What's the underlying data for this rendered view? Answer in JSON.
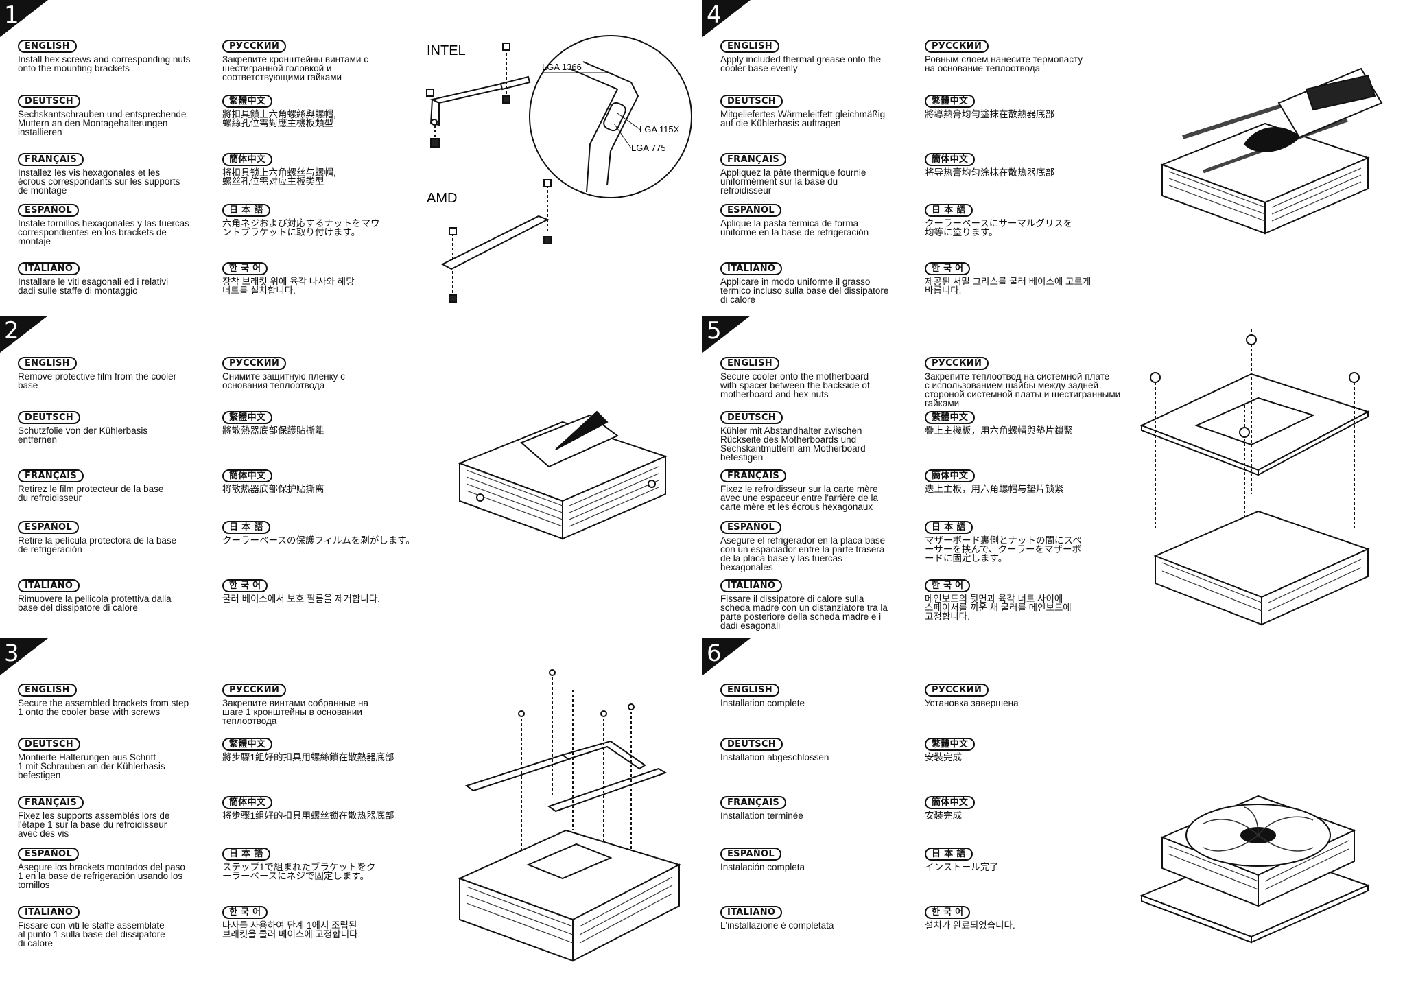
{
  "steps": [
    {
      "number": "1",
      "langs": [
        {
          "tag": "ENGLISH",
          "text": "Install hex screws and corresponding nuts\nonto the mounting brackets"
        },
        {
          "tag": "РУССКИЙ",
          "text": "Закрепите кронштейны винтами с\nшестигранной головкой и\nсоответствующими гайками"
        },
        {
          "tag": "DEUTSCH",
          "text": "Sechskantschrauben und entsprechende\nMuttern an den Montagehalterungen\ninstallieren"
        },
        {
          "tag": "繁體中文",
          "text": "將扣具鎖上六角螺絲與螺帽,\n螺絲孔位需對應主機板類型"
        },
        {
          "tag": "FRANÇAIS",
          "text": "Installez les vis hexagonales et les\nécrous correspondants sur les supports\nde montage"
        },
        {
          "tag": "簡体中文",
          "text": "将扣具锁上六角螺丝与螺帽,\n螺丝孔位需对应主板类型"
        },
        {
          "tag": "ESPAÑOL",
          "text": "Instale tornillos hexagonales y las tuercas\ncorrespondientes en los brackets de\nmontaje"
        },
        {
          "tag": "日 本 語",
          "text": "六角ネジおよび対応するナットをマウ\nントブラケットに取り付けます。"
        },
        {
          "tag": "ITALIANO",
          "text": "Installare le viti esagonali ed i relativi\ndadi sulle staffe di montaggio"
        },
        {
          "tag": "한 국 어",
          "text": "장착 브래킷 위에 육각 나사와 해당\n너트를 설치합니다."
        }
      ],
      "labels": {
        "intel": "INTEL",
        "amd": "AMD",
        "lga1366": "LGA 1366",
        "lga115x": "LGA 115X",
        "lga775": "LGA 775"
      }
    },
    {
      "number": "2",
      "langs": [
        {
          "tag": "ENGLISH",
          "text": "Remove protective film from the cooler\nbase"
        },
        {
          "tag": "РУССКИЙ",
          "text": "Снимите защитную пленку с\nоснования теплоотвода"
        },
        {
          "tag": "DEUTSCH",
          "text": "Schutzfolie von der Kühlerbasis\nentfernen"
        },
        {
          "tag": "繁體中文",
          "text": "將散熱器底部保護貼撕離"
        },
        {
          "tag": "FRANÇAIS",
          "text": "Retirez le film protecteur de la base\ndu refroidisseur"
        },
        {
          "tag": "簡体中文",
          "text": "将散热器底部保护贴撕离"
        },
        {
          "tag": "ESPAÑOL",
          "text": "Retire la película protectora de la base\nde refrigeración"
        },
        {
          "tag": "日 本 語",
          "text": "クーラーベースの保護フィルムを剥がします。"
        },
        {
          "tag": "ITALIANO",
          "text": "Rimuovere la pellicola protettiva dalla\nbase del dissipatore di calore"
        },
        {
          "tag": "한 국 어",
          "text": "쿨러 베이스에서 보호 필름을 제거합니다."
        }
      ]
    },
    {
      "number": "3",
      "langs": [
        {
          "tag": "ENGLISH",
          "text": "Secure the assembled brackets from step\n1 onto the cooler base with screws"
        },
        {
          "tag": "РУССКИЙ",
          "text": "Закрепите винтами собранные на\nшаге 1 кронштейны в основании\nтеплоотвода"
        },
        {
          "tag": "DEUTSCH",
          "text": "Montierte Halterungen aus Schritt\n1 mit Schrauben an der Kühlerbasis\nbefestigen"
        },
        {
          "tag": "繁體中文",
          "text": "將步驟1組好的扣具用螺絲鎖在散熱器底部"
        },
        {
          "tag": "FRANÇAIS",
          "text": "Fixez les supports assemblés lors de\nl'étape 1 sur la base du refroidisseur\navec des vis"
        },
        {
          "tag": "簡体中文",
          "text": "将步骤1组好的扣具用螺丝锁在散热器底部"
        },
        {
          "tag": "ESPAÑOL",
          "text": "Asegure los brackets montados del paso\n1 en la base de refrigeración usando los\ntornillos"
        },
        {
          "tag": "日 本 語",
          "text": "ステップ1で組まれたブラケットをク\nーラーベースにネジで固定します。"
        },
        {
          "tag": "ITALIANO",
          "text": "Fissare con viti le staffe assemblate\nal punto 1 sulla base del dissipatore\ndi calore"
        },
        {
          "tag": "한 국 어",
          "text": "나사를 사용하여 단계 1에서 조립된\n브래킷을 쿨러 베이스에 고정합니다."
        }
      ]
    },
    {
      "number": "4",
      "langs": [
        {
          "tag": "ENGLISH",
          "text": "Apply included thermal grease onto the\ncooler base evenly"
        },
        {
          "tag": "РУССКИЙ",
          "text": "Ровным слоем нанесите термопасту\nна основание теплоотвода"
        },
        {
          "tag": "DEUTSCH",
          "text": "Mitgeliefertes Wärmeleitfett gleichmäßig\nauf die Kühlerbasis auftragen"
        },
        {
          "tag": "繁體中文",
          "text": "將導熱膏均勻塗抹在散熱器底部"
        },
        {
          "tag": "FRANÇAIS",
          "text": "Appliquez la pâte thermique fournie\nuniformément sur la base du\nrefroidisseur"
        },
        {
          "tag": "簡体中文",
          "text": "将导热膏均匀涂抹在散热器底部"
        },
        {
          "tag": "ESPAÑOL",
          "text": "Aplique la pasta térmica de forma\nuniforme en la base de refrigeración"
        },
        {
          "tag": "日 本 語",
          "text": "クーラーベースにサーマルグリスを\n均等に塗ります。"
        },
        {
          "tag": "ITALIANO",
          "text": "Applicare in modo uniforme il grasso\ntermico incluso sulla base del dissipatore\ndi calore"
        },
        {
          "tag": "한 국 어",
          "text": "제공된 서멀 그리스를 쿨러 베이스에 고르게\n바릅니다."
        }
      ]
    },
    {
      "number": "5",
      "langs": [
        {
          "tag": "ENGLISH",
          "text": "Secure cooler onto the motherboard\nwith spacer between the backside of\nmotherboard and hex nuts"
        },
        {
          "tag": "РУССКИЙ",
          "text": "Закрепите теплоотвод на системной плате\nс использованием шайбы между задней\nстороной системной платы и шестигранными\nгайками"
        },
        {
          "tag": "DEUTSCH",
          "text": "Kühler mit Abstandhalter zwischen\nRückseite des Motherboards und\nSechskantmuttern am Motherboard\nbefestigen"
        },
        {
          "tag": "繁體中文",
          "text": "疊上主機板，用六角螺帽與墊片鎖緊"
        },
        {
          "tag": "FRANÇAIS",
          "text": "Fixez le refroidisseur sur la carte mère\navec une espaceur entre l'arrière de la\ncarte mère et les écrous hexagonaux"
        },
        {
          "tag": "簡体中文",
          "text": "迭上主板，用六角螺帽与垫片锁紧"
        },
        {
          "tag": "ESPAÑOL",
          "text": "Asegure el refrigerador en la placa base\ncon un espaciador entre la parte trasera\nde la placa base y las tuercas\nhexagonales"
        },
        {
          "tag": "日 本 語",
          "text": "マザーボード裏側とナットの間にスペ\nーサーを挟んで、クーラーをマザーボ\nードに固定します。"
        },
        {
          "tag": "ITALIANO",
          "text": "Fissare il dissipatore di calore sulla\nscheda madre con un distanziatore tra la\nparte posteriore della scheda madre e i\ndadi esagonali"
        },
        {
          "tag": "한 국 어",
          "text": "메인보드의 뒷면과 육각 너트 사이에\n스페이서를 끼운 채 쿨러를 메인보드에\n고정합니다."
        }
      ]
    },
    {
      "number": "6",
      "langs": [
        {
          "tag": "ENGLISH",
          "text": "Installation complete"
        },
        {
          "tag": "РУССКИЙ",
          "text": "Установка завершена"
        },
        {
          "tag": "DEUTSCH",
          "text": "Installation abgeschlossen"
        },
        {
          "tag": "繁體中文",
          "text": "安裝完成"
        },
        {
          "tag": "FRANÇAIS",
          "text": "Installation terminée"
        },
        {
          "tag": "簡体中文",
          "text": "安装完成"
        },
        {
          "tag": "ESPAÑOL",
          "text": "Instalación completa"
        },
        {
          "tag": "日 本 語",
          "text": "インストール完了"
        },
        {
          "tag": "ITALIANO",
          "text": "L'installazione è completata"
        },
        {
          "tag": "한 국 어",
          "text": "설치가 완료되었습니다."
        }
      ]
    }
  ]
}
